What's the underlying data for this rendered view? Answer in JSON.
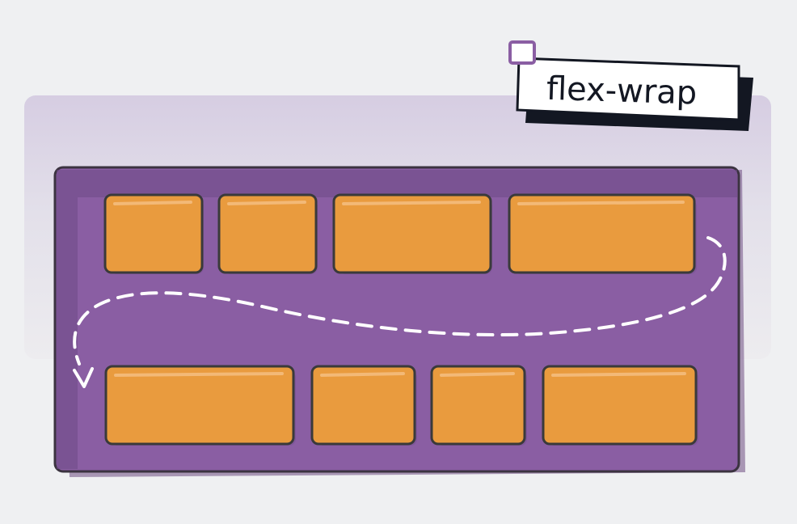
{
  "title": "flex-wrap",
  "colors": {
    "background": "#eff0f2",
    "container": "#8a5ea3",
    "container_edge": "#6e4a86",
    "item": "#e99b3e",
    "item_highlight": "#f2b56a",
    "outline": "#3a3a3a",
    "tag_accent": "#8a5ea3",
    "arrow": "#ffffff"
  },
  "rows": [
    {
      "items": [
        {
          "size": "small"
        },
        {
          "size": "small"
        },
        {
          "size": "medium"
        },
        {
          "size": "large"
        }
      ]
    },
    {
      "items": [
        {
          "size": "large"
        },
        {
          "size": "small"
        },
        {
          "size": "small"
        },
        {
          "size": "medium"
        }
      ]
    }
  ],
  "icons": [
    "wrap-arrow-icon",
    "tag-corner-square-icon"
  ]
}
